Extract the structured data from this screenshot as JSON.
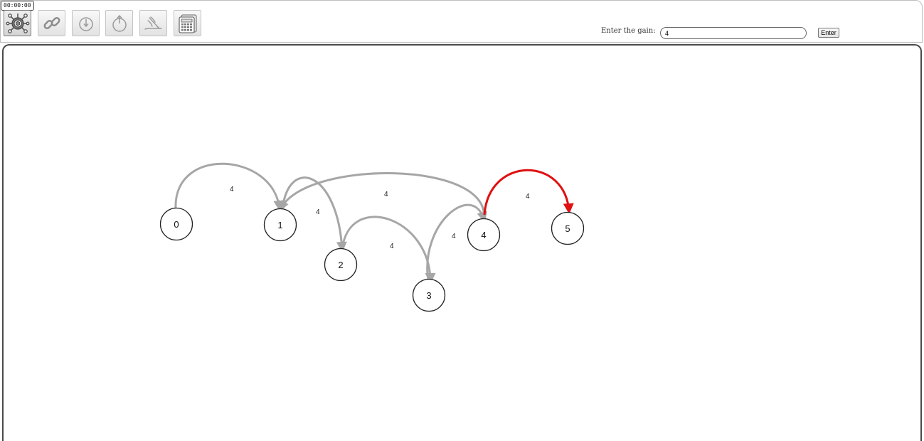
{
  "timer": "00:00:00",
  "toolbar": {
    "tools": [
      {
        "name": "graph-nodes-icon",
        "active": true
      },
      {
        "name": "link-icon",
        "active": false
      },
      {
        "name": "power-down-icon",
        "active": false
      },
      {
        "name": "power-up-icon",
        "active": false
      },
      {
        "name": "hand-draw-icon",
        "active": false
      },
      {
        "name": "calculator-icon",
        "active": false
      }
    ]
  },
  "gain": {
    "label": "Enter the gain:",
    "value": "4",
    "button_label": "Enter"
  },
  "graph": {
    "colors": {
      "edge": "#a6a6a6",
      "highlight": "#e01010"
    },
    "nodes": [
      {
        "id": "n0",
        "label": "0"
      },
      {
        "id": "n1",
        "label": "1"
      },
      {
        "id": "n2",
        "label": "2"
      },
      {
        "id": "n3",
        "label": "3"
      },
      {
        "id": "n4",
        "label": "4"
      },
      {
        "id": "n5",
        "label": "5"
      }
    ],
    "edges": [
      {
        "from": "0",
        "to": "1",
        "gain": "4",
        "highlighted": false
      },
      {
        "from": "1",
        "to": "2",
        "gain": "4",
        "highlighted": false
      },
      {
        "from": "4",
        "to": "1",
        "gain": "4",
        "highlighted": false
      },
      {
        "from": "2",
        "to": "3",
        "gain": "4",
        "highlighted": false
      },
      {
        "from": "3",
        "to": "4",
        "gain": "4",
        "highlighted": false
      },
      {
        "from": "4",
        "to": "5",
        "gain": "4",
        "highlighted": true
      }
    ]
  }
}
